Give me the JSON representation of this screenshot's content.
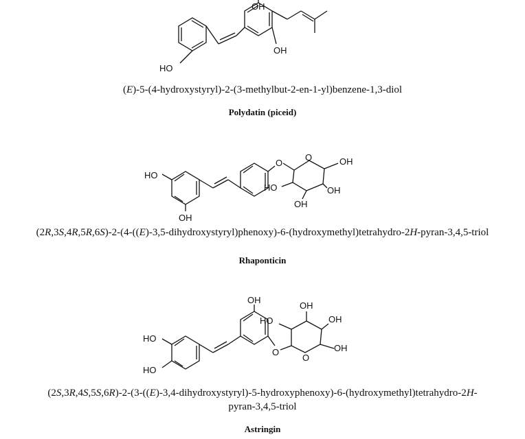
{
  "compounds": [
    {
      "iupac_parts": [
        {
          "t": "(",
          "i": false
        },
        {
          "t": "E",
          "i": true
        },
        {
          "t": ")-5-(4-hydroxystyryl)-2-(3-methylbut-2-en-1-yl)benzene-1,3-diol",
          "i": false
        }
      ],
      "name": "Polydatin (piceid)",
      "labels": {
        "oh_top": "OH",
        "oh_right": "OH",
        "ho_left": "HO"
      }
    },
    {
      "iupac_parts": [
        {
          "t": "(2",
          "i": false
        },
        {
          "t": "R",
          "i": true
        },
        {
          "t": ",3",
          "i": false
        },
        {
          "t": "S",
          "i": true
        },
        {
          "t": ",4",
          "i": false
        },
        {
          "t": "R",
          "i": true
        },
        {
          "t": ",5",
          "i": false
        },
        {
          "t": "R",
          "i": true
        },
        {
          "t": ",6",
          "i": false
        },
        {
          "t": "S",
          "i": true
        },
        {
          "t": ")-2-(4-((",
          "i": false
        },
        {
          "t": "E",
          "i": true
        },
        {
          "t": ")-3,5-dihydroxystyryl)phenoxy)-6-(hydroxymethyl)tetrahydro-2",
          "i": false
        },
        {
          "t": "H",
          "i": true
        },
        {
          "t": "-pyran-3,4,5-triol",
          "i": false
        }
      ],
      "name": "Rhaponticin",
      "labels": {
        "ho_left": "HO",
        "oh_bottom": "OH",
        "o_link": "O",
        "o_ring": "O",
        "oh_ch2": "OH",
        "ho_c2": "HO",
        "oh_c3": "OH",
        "oh_c4": "OH"
      }
    },
    {
      "iupac_parts_line1": [
        {
          "t": "(2",
          "i": false
        },
        {
          "t": "S",
          "i": true
        },
        {
          "t": ",3",
          "i": false
        },
        {
          "t": "R",
          "i": true
        },
        {
          "t": ",4",
          "i": false
        },
        {
          "t": "S",
          "i": true
        },
        {
          "t": ",5",
          "i": false
        },
        {
          "t": "S",
          "i": true
        },
        {
          "t": ",6",
          "i": false
        },
        {
          "t": "R",
          "i": true
        },
        {
          "t": ")-2-(3-((",
          "i": false
        },
        {
          "t": "E",
          "i": true
        },
        {
          "t": ")-3,4-dihydroxystyryl)-5-hydroxyphenoxy)-6-(hydroxymethyl)tetrahydro-2",
          "i": false
        },
        {
          "t": "H",
          "i": true
        },
        {
          "t": "-",
          "i": false
        }
      ],
      "iupac_line2": "pyran-3,4,5-triol",
      "name": "Astringin",
      "labels": {
        "oh_top": "OH",
        "ho_upper": "HO",
        "ho_lower": "HO",
        "o_link": "O",
        "o_ring": "O",
        "oh_ch2": "OH",
        "ho_c2": "HO",
        "oh_c3": "OH",
        "oh_c4": "OH"
      }
    }
  ]
}
